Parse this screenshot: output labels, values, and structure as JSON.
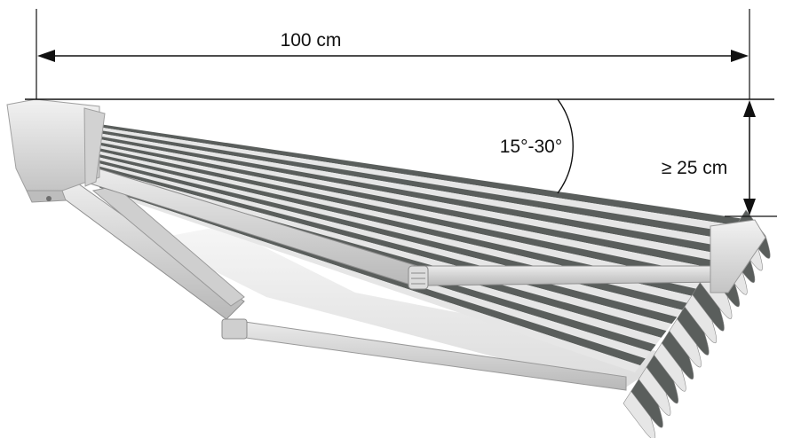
{
  "dimensions": {
    "width_label": "100 cm",
    "angle_label": "15°-30°",
    "height_label": "≥ 25 cm"
  },
  "colors": {
    "line": "#111111",
    "stripe_dark": "#5a5e5c",
    "stripe_light": "#e6e6e6",
    "frame": "#d8d8d8",
    "frame_shadow": "#a9a9a9"
  }
}
